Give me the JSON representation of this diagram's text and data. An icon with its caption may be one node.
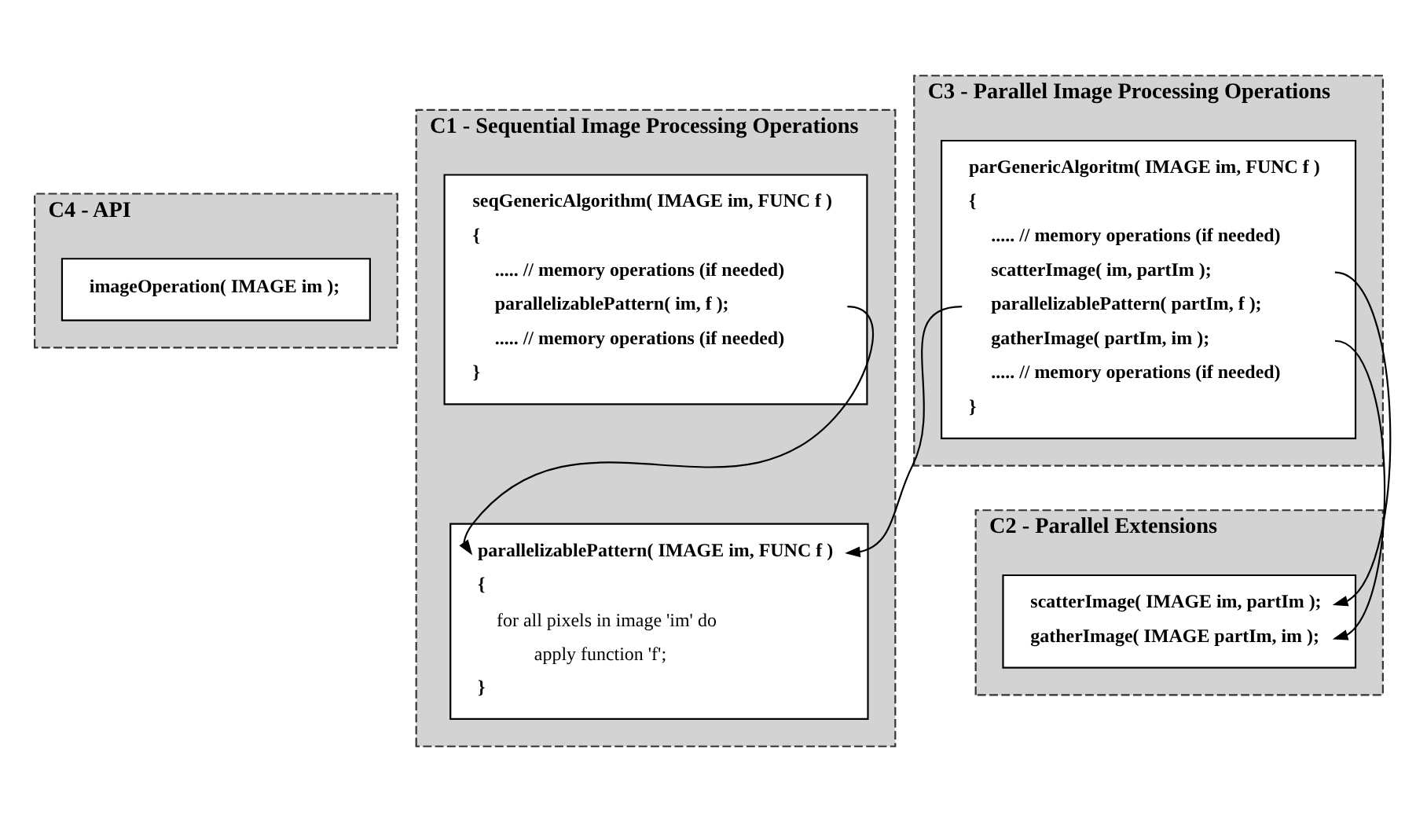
{
  "diagram": {
    "nodes": [
      {
        "text": [
          "C4 - API"
        ]
      },
      {
        "text": [
          "imageOperation( IMAGE im );"
        ],
        "in": 0
      },
      {
        "text": [
          "C1 - Sequential Image Processing Operations"
        ]
      },
      {
        "text": [
          "seqGenericAlgorithm( IMAGE im, FUNC f )",
          "{",
          "..... // memory operations (if needed)",
          "parallelizablePattern( im, f );",
          "..... // memory operations (if needed)",
          "}"
        ],
        "in": 2
      },
      {
        "text": [
          "parallelizablePattern( IMAGE im, FUNC f )",
          "{",
          "for all pixels in image 'im' do",
          "apply function 'f';",
          "}"
        ],
        "in": 2
      },
      {
        "text": [
          "C3 - Parallel Image Processing Operations"
        ]
      },
      {
        "text": [
          "parGenericAlgoritm( IMAGE im, FUNC f )",
          "{",
          "..... // memory operations (if needed)",
          "scatterImage( im, partIm );",
          "parallelizablePattern( partIm, f );",
          "gatherImage( partIm, im );",
          "..... // memory operations (if needed)",
          "}"
        ],
        "in": 5
      },
      {
        "text": [
          "C2 - Parallel Extensions"
        ]
      },
      {
        "text": [
          "scatterImage( IMAGE im, partIm );",
          "gatherImage( IMAGE partIm, im );"
        ],
        "in": 7
      }
    ],
    "edges": [
      {
        "from": 3,
        "to": 4,
        "arrow": "to"
      },
      {
        "from": 6,
        "to": 4,
        "arrow": "to"
      },
      {
        "from": 6,
        "to": 8,
        "arrow": "to"
      },
      {
        "from": 6,
        "to": 8,
        "arrow": "to"
      }
    ]
  }
}
